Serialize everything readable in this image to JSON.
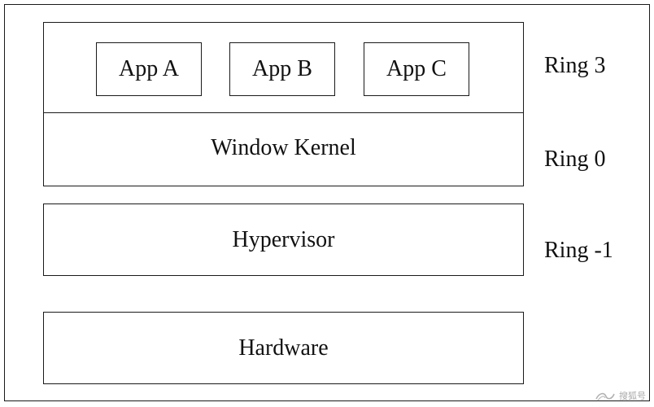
{
  "diagram": {
    "layers": {
      "os": {
        "apps": [
          "App A",
          "App B",
          "App C"
        ],
        "kernel_label": "Window Kernel"
      },
      "hypervisor_label": "Hypervisor",
      "hardware_label": "Hardware"
    },
    "rings": {
      "ring3": "Ring 3",
      "ring0": "Ring 0",
      "ring_neg1": "Ring -1"
    }
  },
  "watermark": {
    "icon": "logo-swirl-icon",
    "text": "搜狐号"
  }
}
